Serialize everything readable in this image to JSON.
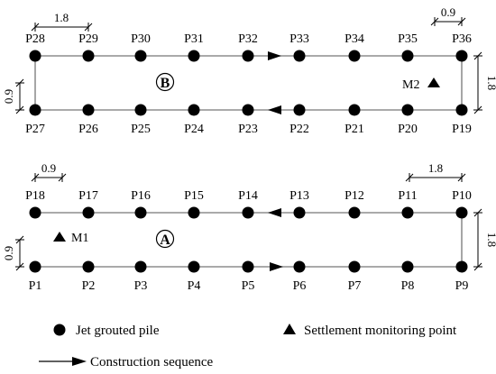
{
  "piles": [
    {
      "id": "P28"
    },
    {
      "id": "P29"
    },
    {
      "id": "P30"
    },
    {
      "id": "P31"
    },
    {
      "id": "P32"
    },
    {
      "id": "P33"
    },
    {
      "id": "P34"
    },
    {
      "id": "P35"
    },
    {
      "id": "P36"
    },
    {
      "id": "P27"
    },
    {
      "id": "P26"
    },
    {
      "id": "P25"
    },
    {
      "id": "P24"
    },
    {
      "id": "P23"
    },
    {
      "id": "P22"
    },
    {
      "id": "P21"
    },
    {
      "id": "P20"
    },
    {
      "id": "P19"
    },
    {
      "id": "P18"
    },
    {
      "id": "P17"
    },
    {
      "id": "P16"
    },
    {
      "id": "P15"
    },
    {
      "id": "P14"
    },
    {
      "id": "P13"
    },
    {
      "id": "P12"
    },
    {
      "id": "P11"
    },
    {
      "id": "P10"
    },
    {
      "id": "P1"
    },
    {
      "id": "P2"
    },
    {
      "id": "P3"
    },
    {
      "id": "P4"
    },
    {
      "id": "P5"
    },
    {
      "id": "P6"
    },
    {
      "id": "P7"
    },
    {
      "id": "P8"
    },
    {
      "id": "P9"
    }
  ],
  "zones": {
    "b": "B",
    "a": "A"
  },
  "monitoring_points": {
    "m1": "M1",
    "m2": "M2"
  },
  "dimensions": {
    "b_top_left": "1.8",
    "b_top_right": "0.9",
    "b_left": "0.9",
    "b_right": "1.8",
    "a_top_left": "0.9",
    "a_top_right": "1.8",
    "a_left": "0.9",
    "a_right": "1.8"
  },
  "legend": {
    "pile": "Jet grouted pile",
    "monitoring": "Settlement monitoring point",
    "sequence": "Construction sequence"
  }
}
